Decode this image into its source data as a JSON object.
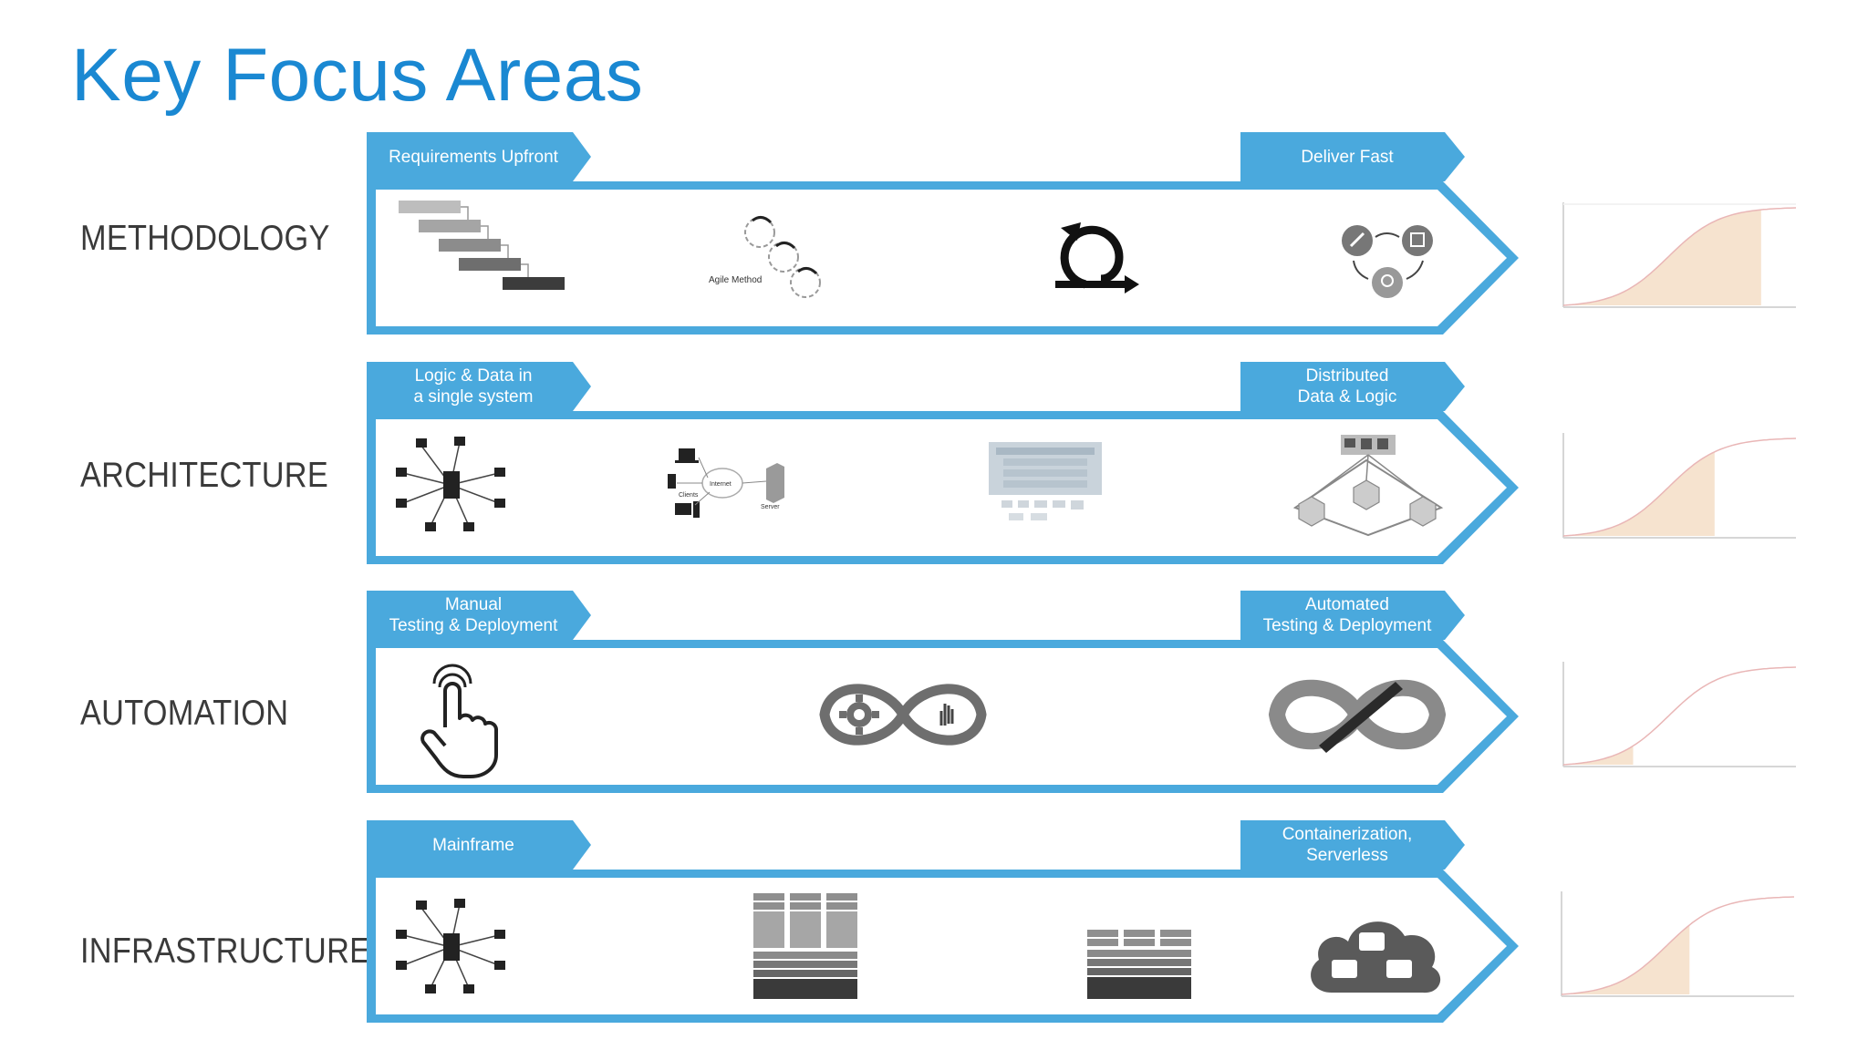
{
  "title": "Key Focus Areas",
  "colors": {
    "accent": "#1a88d2",
    "band": "#4aa9dd",
    "curve_fill": "#f6e3cf",
    "curve_line": "#e9b6b6"
  },
  "rows": [
    {
      "label": "METHODOLOGY",
      "left_tab": [
        "Requirements Upfront"
      ],
      "right_tab": [
        "Deliver Fast"
      ],
      "icons": [
        "waterfall-diagram-icon",
        "agile-method-icon",
        "scrum-cycle-icon",
        "build-measure-learn-icon"
      ],
      "icon_text": {
        "agile": "Agile Method"
      },
      "adoption_level": 0.85
    },
    {
      "label": "ARCHITECTURE",
      "left_tab": [
        "Logic & Data in",
        "a single system"
      ],
      "right_tab": [
        "Distributed",
        "Data & Logic"
      ],
      "icons": [
        "hub-network-icon",
        "client-server-icon",
        "service-architecture-icon",
        "microservices-icon"
      ],
      "icon_text": {
        "internet": "Internet",
        "clients": "Clients",
        "server": "Server"
      },
      "adoption_level": 0.65
    },
    {
      "label": "AUTOMATION",
      "left_tab": [
        "Manual",
        "Testing & Deployment"
      ],
      "right_tab": [
        "Automated",
        "Testing & Deployment"
      ],
      "icons": [
        "hand-touch-icon",
        "gear-infinity-icon",
        "devops-infinity-icon"
      ],
      "adoption_level": 0.3
    },
    {
      "label": "INFRASTRUCTURE",
      "left_tab": [
        "Mainframe"
      ],
      "right_tab": [
        "Containerization,",
        "Serverless"
      ],
      "icons": [
        "hub-network-icon",
        "virtual-machine-stack-icon",
        "container-stack-icon",
        "cloud-code-icon"
      ],
      "adoption_level": 0.55
    }
  ]
}
